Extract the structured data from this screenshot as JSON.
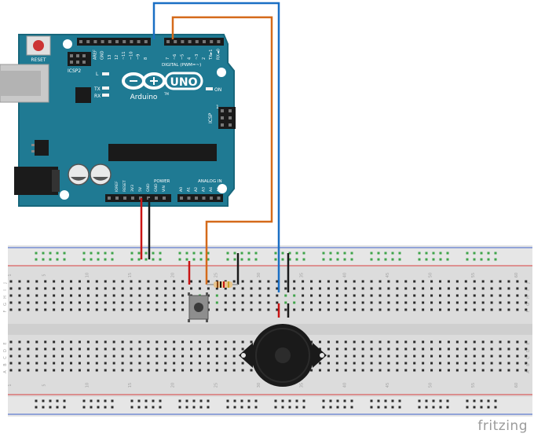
{
  "board": {
    "name": "Arduino",
    "model": "UNO",
    "tm": "TM",
    "reset_label": "RESET",
    "icsp2_label": "ICSP2",
    "icsp_label": "ICSP",
    "icsp_one": "1",
    "l_label": "L",
    "tx_label": "TX",
    "rx_label": "RX",
    "on_label": "ON",
    "digital_label": "DIGITAL (PWM=~)",
    "top_header_labels": [
      "AREF",
      "GND",
      "13",
      "12",
      "~11",
      "~10",
      "~9",
      "8",
      "7",
      "~6",
      "~5",
      "4",
      "~3",
      "2",
      "TX►1",
      "RX◄0"
    ],
    "power_label": "POWER",
    "power_pins": [
      "IOREF",
      "RESET",
      "3V3",
      "5V",
      "GND",
      "GND",
      "VIN"
    ],
    "analog_label": "ANALOG IN",
    "analog_pins": [
      "A0",
      "A1",
      "A2",
      "A3",
      "A4",
      "A5"
    ]
  },
  "breadboard": {
    "column_numbers": [
      "1",
      "5",
      "10",
      "15",
      "20",
      "25",
      "30",
      "35",
      "40",
      "45",
      "50",
      "55",
      "60"
    ],
    "row_letters_top": [
      "J",
      "I",
      "H",
      "G",
      "F"
    ],
    "row_letters_bottom": [
      "E",
      "D",
      "C",
      "B",
      "A"
    ]
  },
  "colors": {
    "board": "#1f7a93",
    "board_edge": "#17677c",
    "wire_blue": "#1a6fc4",
    "wire_orange": "#d46a1a",
    "wire_red": "#c81414",
    "wire_black": "#1a1a1a",
    "rail_red": "#d94040",
    "rail_blue": "#3f63c9",
    "hole_green": "#3fa44a"
  },
  "components": [
    "pushbutton",
    "resistor",
    "piezo-buzzer"
  ],
  "watermark": "fritzing"
}
